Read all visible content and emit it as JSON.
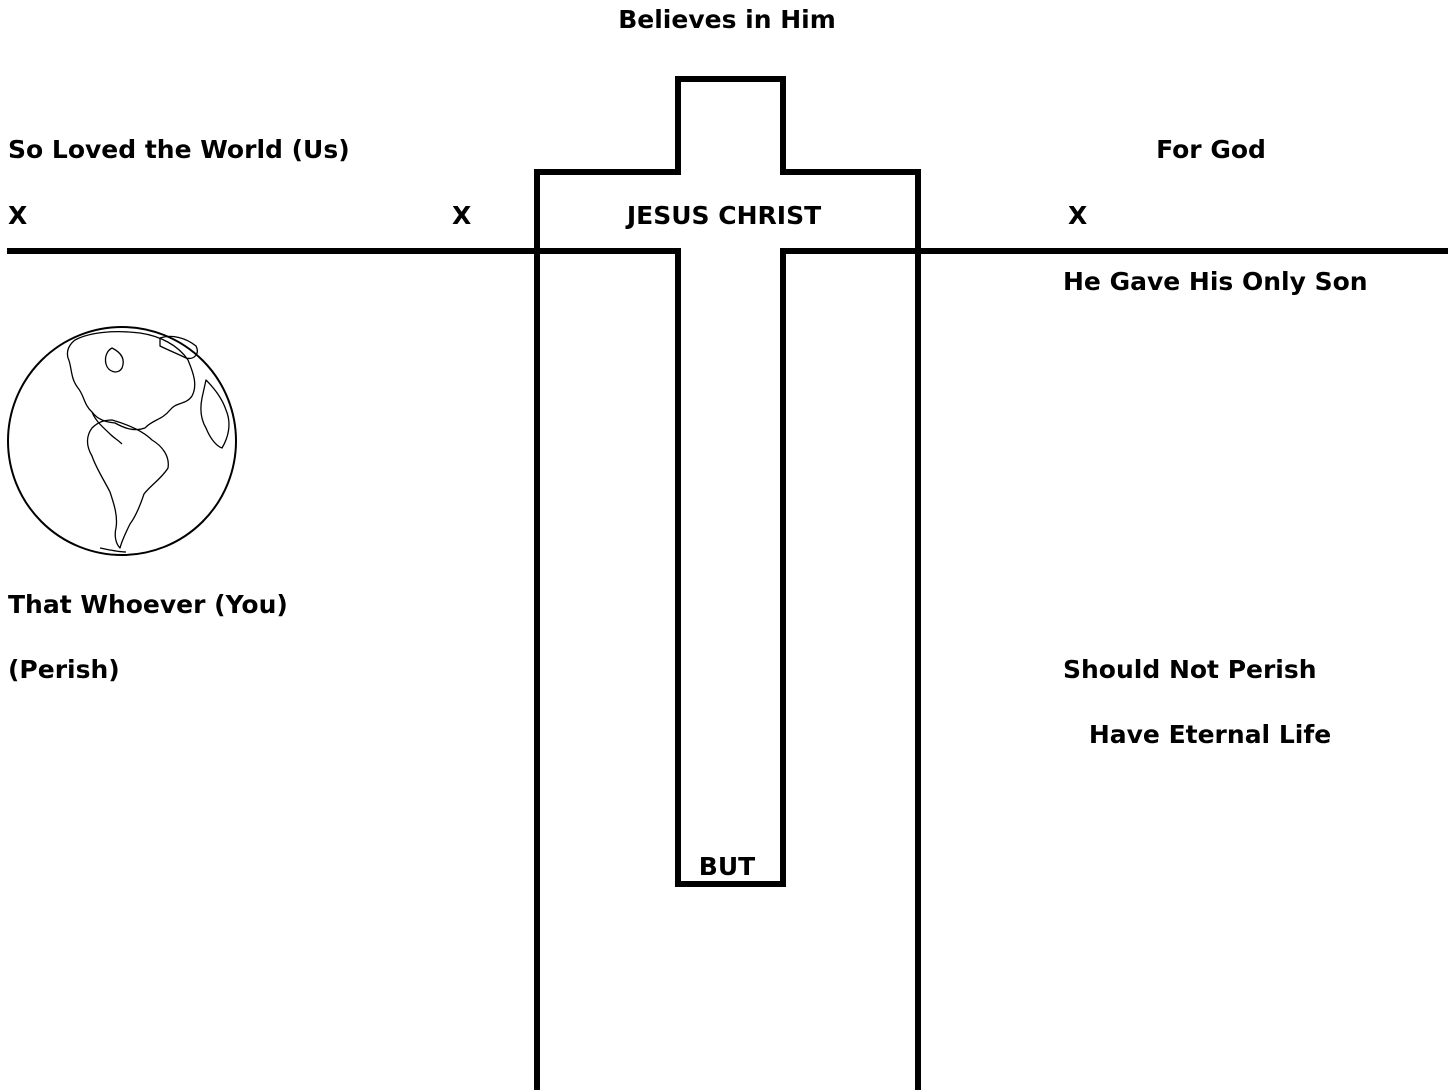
{
  "labels": {
    "believes": "Believes in Him",
    "so_loved": "So Loved the World (Us)",
    "for_god": "For God",
    "x_left": "X",
    "x_mid": "X",
    "x_right": "X",
    "jesus": "JESUS CHRIST",
    "gave_son": "He Gave His Only Son",
    "whoever": "That Whoever (You)",
    "perish": "(Perish)",
    "not_perish": "Should Not Perish",
    "eternal": "Have Eternal Life",
    "but": "BUT"
  },
  "colors": {
    "ink": "#000000",
    "background": "#ffffff"
  },
  "icons": {
    "globe": "earth-globe-icon"
  }
}
